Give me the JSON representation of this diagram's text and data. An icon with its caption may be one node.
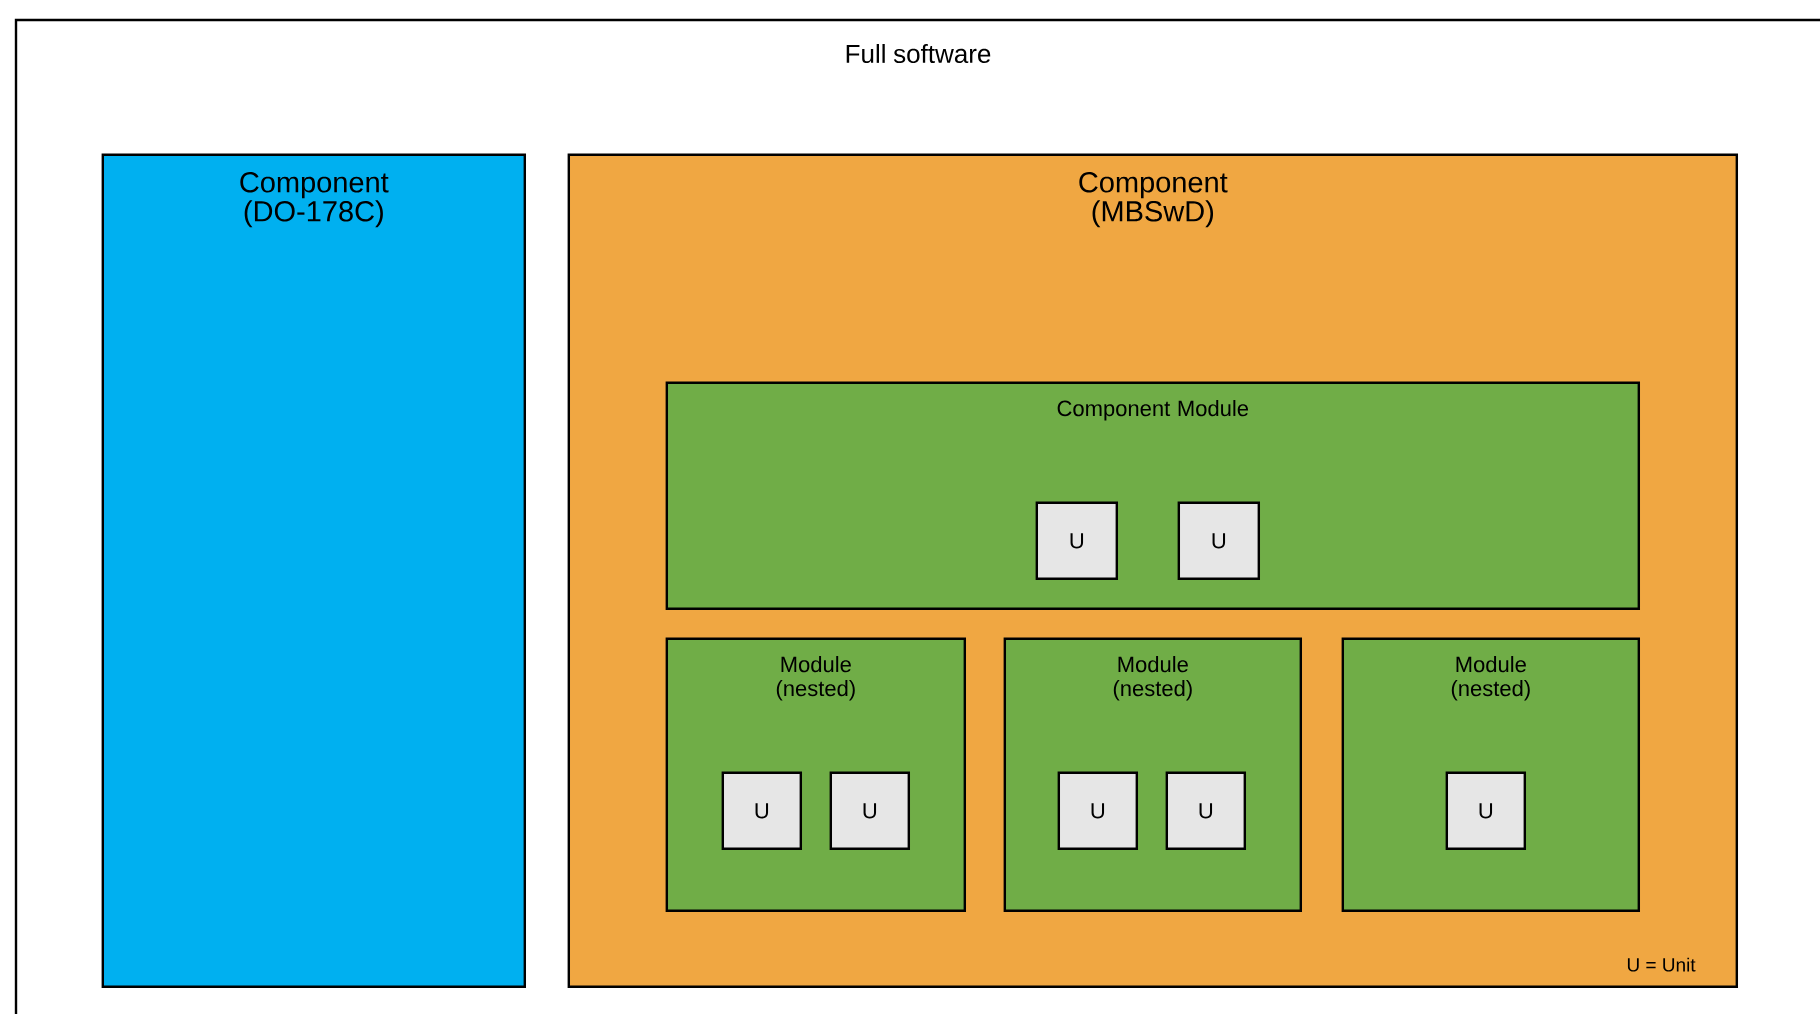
{
  "diagram": {
    "nodes": [
      {
        "text": [
          "Full software"
        ]
      },
      {
        "text": [
          "Component (DO-178C)"
        ],
        "in": 0
      },
      {
        "text": [
          "Component (MBSwD)"
        ],
        "in": 0
      },
      {
        "text": [
          "Component Module"
        ],
        "in": 2
      },
      {
        "text": [
          "U"
        ],
        "in": 3
      },
      {
        "text": [
          "U"
        ],
        "in": 3
      },
      {
        "text": [
          "Module (nested)"
        ],
        "in": 2
      },
      {
        "text": [
          "U"
        ],
        "in": 6
      },
      {
        "text": [
          "U"
        ],
        "in": 6
      },
      {
        "text": [
          "Module (nested)"
        ],
        "in": 2
      },
      {
        "text": [
          "U"
        ],
        "in": 9
      },
      {
        "text": [
          "U"
        ],
        "in": 9
      },
      {
        "text": [
          "Module (nested)"
        ],
        "in": 2
      },
      {
        "text": [
          "U"
        ],
        "in": 12
      }
    ],
    "labels": [
      "U = Unit"
    ]
  }
}
